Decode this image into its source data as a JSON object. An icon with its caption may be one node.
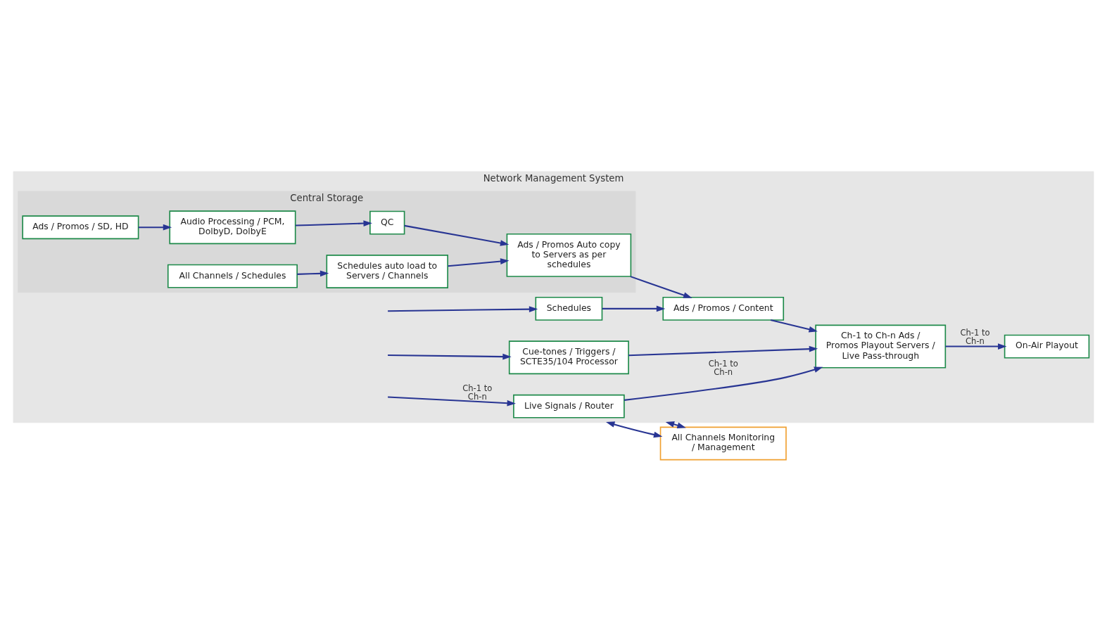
{
  "diagram": {
    "nodes": [
      {
        "text": [
          "Network Management System"
        ]
      },
      {
        "text": [
          "Live Signals / Router"
        ],
        "in": 0
      },
      {
        "text": [
          "Cue-tones / Triggers / SCTE35/104 Processor"
        ],
        "in": 0
      },
      {
        "text": [
          "Schedules"
        ],
        "in": 0
      },
      {
        "text": [
          "Ch-1 to Ch-n Ads / Promos Playout Servers / Live Pass-through"
        ],
        "in": 0
      },
      {
        "text": [
          "Ads / Promos / Content"
        ],
        "in": 0
      },
      {
        "text": [
          "On-Air Playout"
        ],
        "in": 0
      },
      {
        "text": [
          "Central Storage"
        ],
        "in": 0
      },
      {
        "text": [
          "Ads / Promos / SD, HD"
        ],
        "in": 7
      },
      {
        "text": [
          "Audio Processing / PCM, DolbyD, DolbyE"
        ],
        "in": 7
      },
      {
        "text": [
          "QC"
        ],
        "in": 7
      },
      {
        "text": [
          "Ads / Promos Auto copy to Servers as per schedules"
        ],
        "in": 7
      },
      {
        "text": [
          "All Channels / Schedules"
        ],
        "in": 7
      },
      {
        "text": [
          "Schedules auto load to Servers / Channels"
        ],
        "in": 7
      },
      {
        "text": [
          "All Channels Monitoring / Management"
        ]
      }
    ],
    "edges": [
      {
        "from": null,
        "to": 1,
        "arrow": "to",
        "label": "Ch-1 to Ch-n"
      },
      {
        "from": 1,
        "to": 4,
        "arrow": "to",
        "label": "Ch-1 to Ch-n"
      },
      {
        "from": null,
        "to": 2,
        "arrow": "to"
      },
      {
        "from": 2,
        "to": 4,
        "arrow": "to"
      },
      {
        "from": null,
        "to": 3,
        "arrow": "to"
      },
      {
        "from": 3,
        "to": 5,
        "arrow": "to"
      },
      {
        "from": 5,
        "to": 4,
        "arrow": "to"
      },
      {
        "from": 4,
        "to": 6,
        "arrow": "to",
        "label": "Ch-1 to Ch-n"
      },
      {
        "from": 8,
        "to": 9,
        "arrow": "to"
      },
      {
        "from": 9,
        "to": 10,
        "arrow": "to"
      },
      {
        "from": 10,
        "to": 11,
        "arrow": "to"
      },
      {
        "from": 11,
        "to": 5,
        "arrow": "to"
      },
      {
        "from": 12,
        "to": 13,
        "arrow": "to"
      },
      {
        "from": 13,
        "to": 11,
        "arrow": "to"
      },
      {
        "from": 14,
        "to": 0,
        "arrow": "both"
      },
      {
        "from": 14,
        "to": 0,
        "arrow": "both"
      }
    ]
  }
}
